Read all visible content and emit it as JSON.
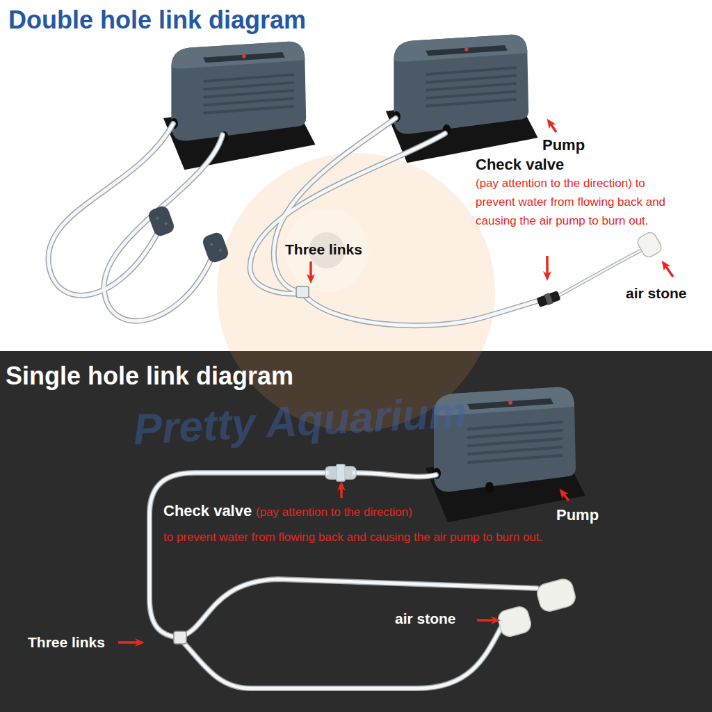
{
  "diagram": {
    "labels": [
      "Double hole link diagram",
      "Pump",
      "Check valve",
      "(pay attention to the direction) to prevent water from flowing back and causing the air pump to burn out.",
      "Three links",
      "air stone",
      "Single hole link diagram",
      "Check valve",
      "(pay attention to the direction)",
      "to prevent water from flowing back and causing the air pump to burn out.",
      "Pump",
      "air stone",
      "Three links",
      "Pretty Aquarium"
    ]
  }
}
